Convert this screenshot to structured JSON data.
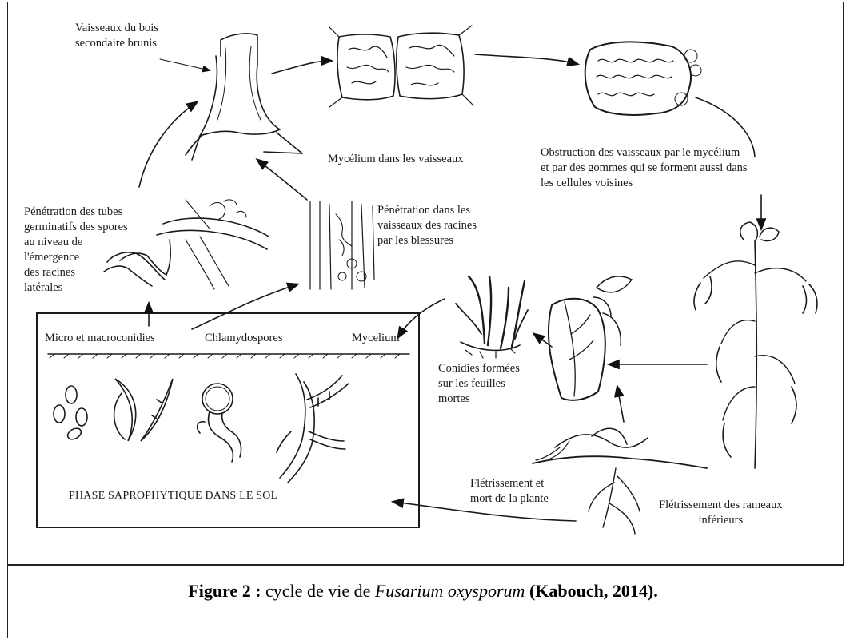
{
  "labels": {
    "vaisseaux_brunis": "Vaisseaux du bois\nsecondaire brunis",
    "mycelium_vaisseaux": "Mycélium dans les vaisseaux",
    "obstruction": "Obstruction des vaisseaux par le mycélium\net par des gommes qui se forment aussi dans\nles cellules voisines",
    "penetration_tubes": "Pénétration des tubes\ngerminatifs des spores\nau niveau de\nl'émergence\ndes racines\nlatérales",
    "penetration_racines": "Pénétration dans les\nvaisseaux des racines\npar les blessures",
    "micro_macro": "Micro et macroconidies",
    "chlamydospores": "Chlamydospores",
    "mycelium_sol": "Mycelium",
    "conidies": "Conidies formées\nsur les feuilles\nmortes",
    "phase_sapro": "PHASE SAPROPHYTIQUE DANS LE SOL",
    "fletrissement_mort": "Flétrissement et\nmort de la plante",
    "fletrissement_rameaux": "Flétrissement des rameaux\ninférieurs"
  },
  "caption": {
    "figure_label": "Figure 2 :",
    "text_before": " cycle de vie de ",
    "species": "Fusarium oxysporum",
    "reference": " (Kabouch, 2014)."
  }
}
